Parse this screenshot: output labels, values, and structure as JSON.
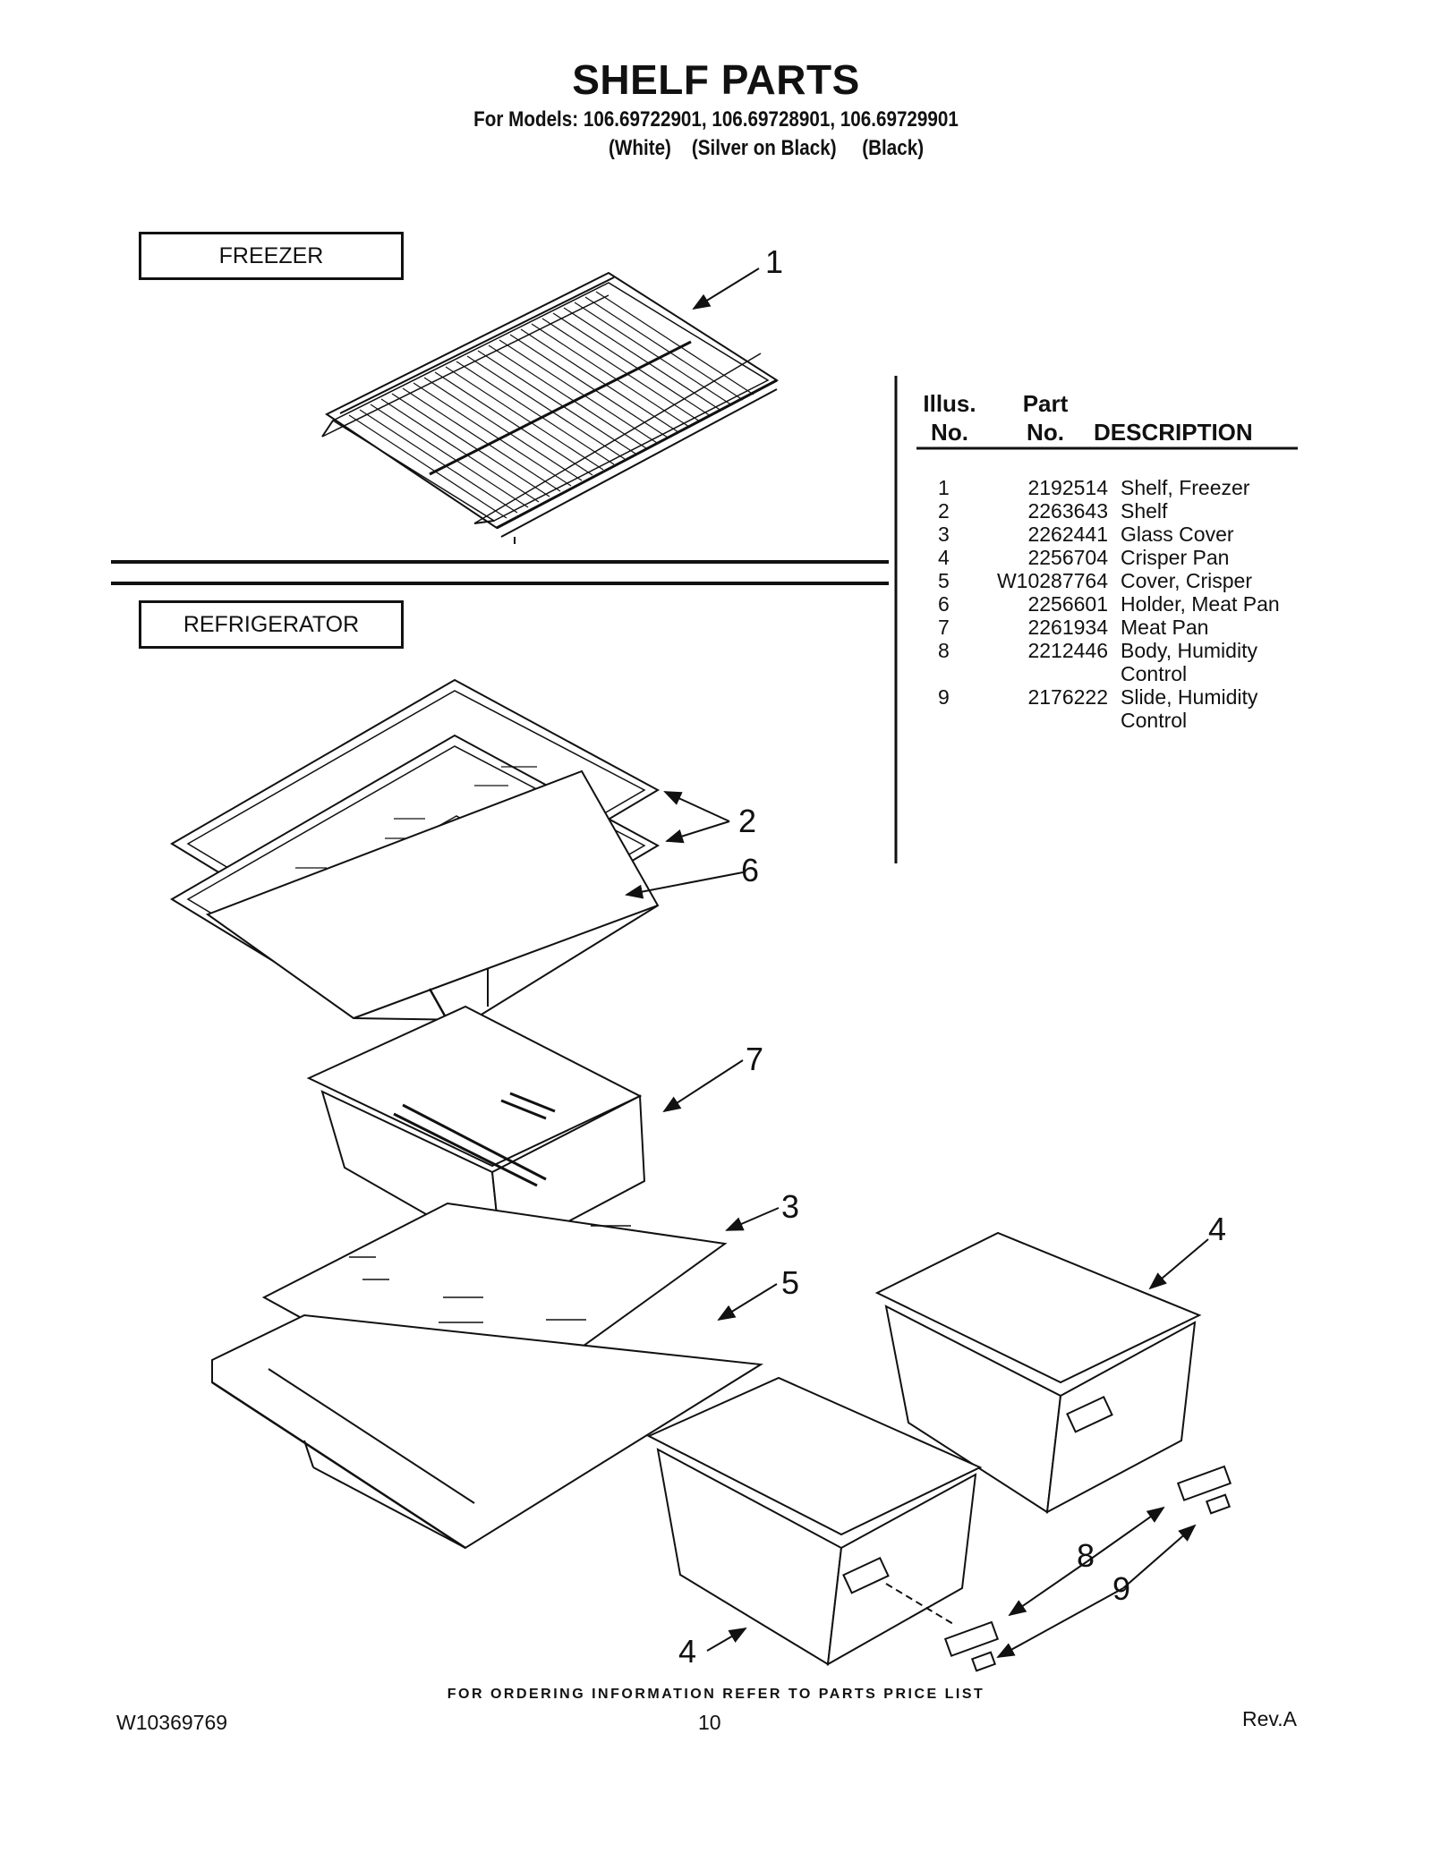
{
  "header": {
    "title": "SHELF PARTS",
    "models_line": "For Models: 106.69722901, 106.69728901, 106.69729901",
    "variants_line": "(White)    (Silver on Black)     (Black)"
  },
  "sections": {
    "freezer": "FREEZER",
    "refrigerator": "REFRIGERATOR"
  },
  "table": {
    "col1_line1": "Illus.",
    "col1_line2": "No.",
    "col2_line1": "Part",
    "col2_line2": "No.",
    "col3": "DESCRIPTION",
    "rows": [
      {
        "illus": "1",
        "part": "2192514",
        "desc": "Shelf, Freezer"
      },
      {
        "illus": "2",
        "part": "2263643",
        "desc": "Shelf"
      },
      {
        "illus": "3",
        "part": "2262441",
        "desc": "Glass Cover"
      },
      {
        "illus": "4",
        "part": "2256704",
        "desc": "Crisper Pan"
      },
      {
        "illus": "5",
        "part": "W10287764",
        "desc": "Cover, Crisper"
      },
      {
        "illus": "6",
        "part": "2256601",
        "desc": "Holder, Meat Pan"
      },
      {
        "illus": "7",
        "part": "2261934",
        "desc": "Meat Pan"
      },
      {
        "illus": "8",
        "part": "2212446",
        "desc": "Body, Humidity Control"
      },
      {
        "illus": "9",
        "part": "2176222",
        "desc": "Slide, Humidity Control"
      }
    ]
  },
  "callouts": {
    "c1": "1",
    "c2": "2",
    "c6": "6",
    "c7": "7",
    "c3": "3",
    "c5": "5",
    "c4a": "4",
    "c4b": "4",
    "c8": "8",
    "c9": "9"
  },
  "footer": {
    "ordering_note": "FOR ORDERING INFORMATION REFER TO PARTS PRICE LIST",
    "doc_number": "W10369769",
    "page": "10",
    "revision": "Rev.A"
  }
}
